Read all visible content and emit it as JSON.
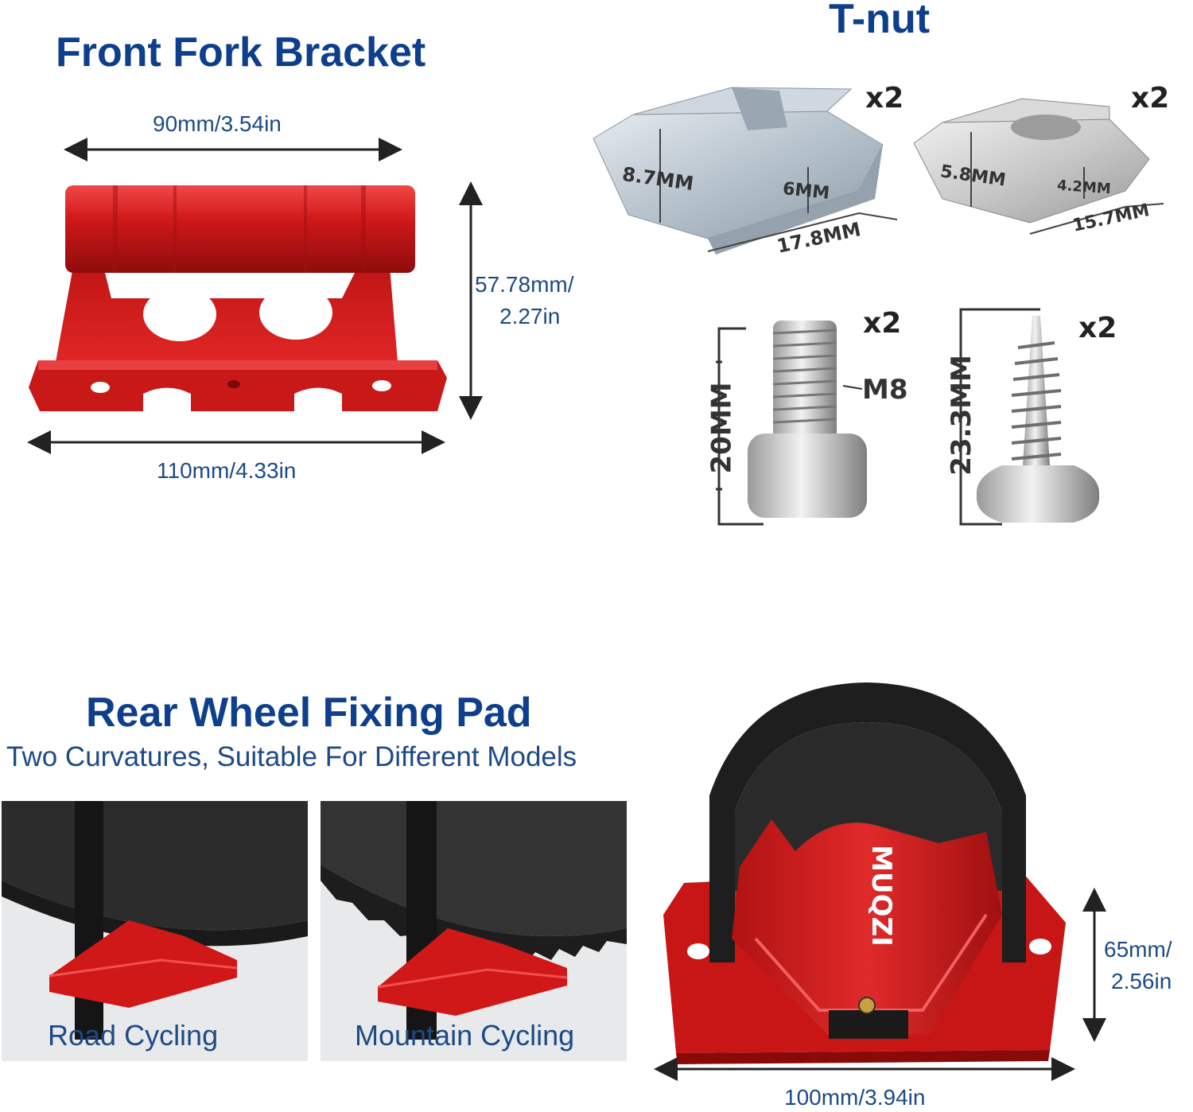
{
  "fork_bracket": {
    "title": "Front Fork Bracket",
    "top_width": "90mm/3.54in",
    "height_line1": "57.78mm/",
    "height_line2": "2.27in",
    "bottom_width": "110mm/4.33in"
  },
  "tnut": {
    "title": "T-nut",
    "large": {
      "qty": "x2",
      "height": "8.7MM",
      "slot": "6MM",
      "length": "17.8MM"
    },
    "small": {
      "qty": "x2",
      "height": "5.8MM",
      "slot": "4.2MM",
      "length": "15.7MM"
    }
  },
  "bolt": {
    "qty": "x2",
    "length": "20MM",
    "thread": "M8"
  },
  "screw": {
    "qty": "x2",
    "length": "23.3MM"
  },
  "rear_pad": {
    "title": "Rear Wheel Fixing Pad",
    "subtitle": "Two Curvatures, Suitable For Different Models",
    "road_label": "Road Cycling",
    "mountain_label": "Mountain Cycling",
    "brand": "MUQZI",
    "height_line1": "65mm/",
    "height_line2": "2.56in",
    "width": "100mm/3.94in"
  },
  "colors": {
    "title_blue": "#0e3f8c",
    "dim_blue": "#1d4a85",
    "product_red": "#d01818"
  }
}
